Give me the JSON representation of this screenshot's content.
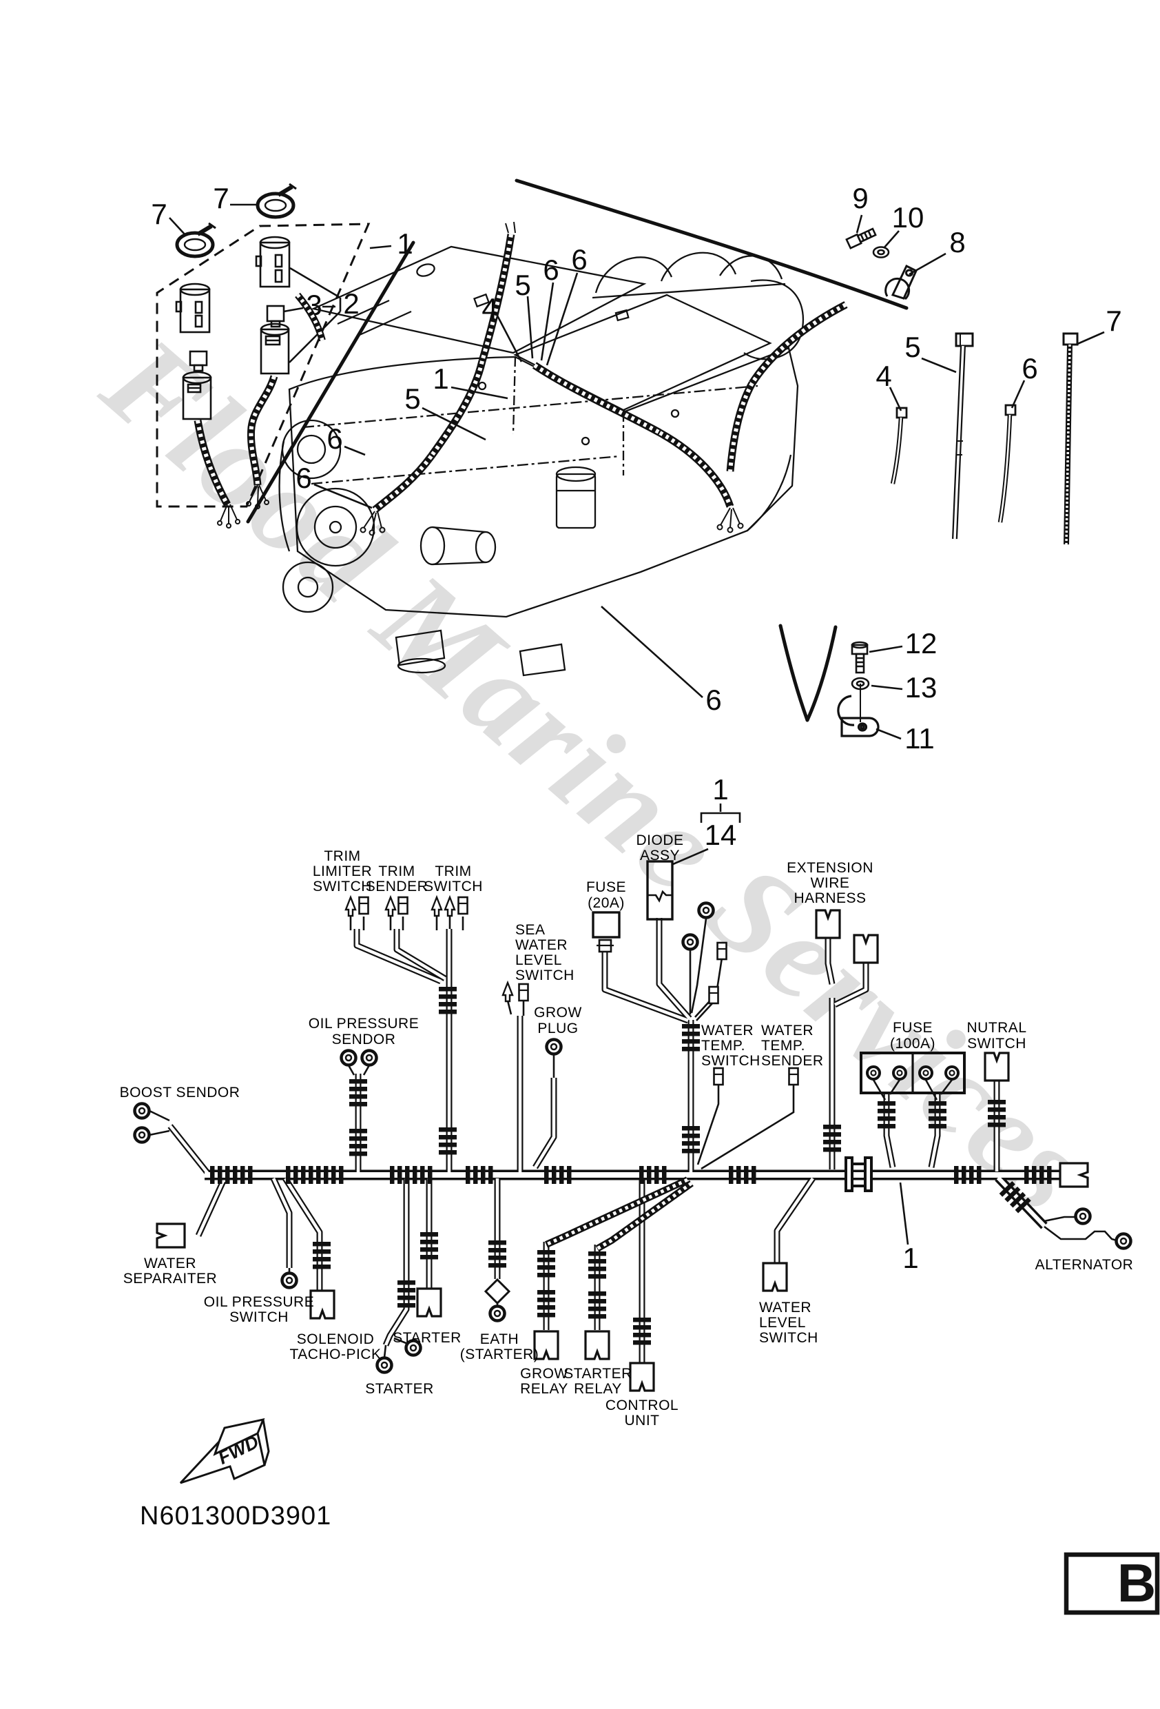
{
  "watermark": "Flood Marine Services",
  "doc": {
    "part_code": "N601300D3901",
    "page_letter": "B",
    "fwd": "FWD"
  },
  "callouts": {
    "top_clamp_a": "7",
    "top_clamp_b": "7",
    "subharness_box": "1",
    "terminal_3": "3",
    "coupler_2": "2",
    "engine_tie_4": "4",
    "engine_band_5": "5",
    "engine_clip_6a": "6",
    "engine_clip_6b": "6",
    "engine_harness_1": "1",
    "engine_band_5b": "5",
    "engine_clip_6c": "6",
    "engine_clip_6d": "6",
    "engine_clip_6e": "6",
    "bolt_9": "9",
    "washer_10": "10",
    "clamp_8": "8",
    "tie_4": "4",
    "band_5": "5",
    "tie_6": "6",
    "tie_7": "7",
    "bolt_12": "12",
    "washer_13": "13",
    "clamp_11": "11",
    "group_1": "1",
    "group_14": "14",
    "harness_1": "1"
  },
  "labels": {
    "trim_limiter_switch": [
      "TRIM",
      "LIMITER",
      "SWITCH"
    ],
    "trim_sender": [
      "TRIM",
      "SENDER"
    ],
    "trim_switch": [
      "TRIM",
      "SWITCH"
    ],
    "sea_water_level_switch": [
      "SEA",
      "WATER",
      "LEVEL",
      "SWITCH"
    ],
    "fuse_20a": [
      "FUSE",
      "(20A)"
    ],
    "diode_assy": [
      "DIODE",
      "ASSY"
    ],
    "extension_wire_harness": [
      "EXTENSION",
      "WIRE",
      "HARNESS"
    ],
    "oil_pressure_sendor": [
      "OIL PRESSURE",
      "SENDOR"
    ],
    "grow_plug": [
      "GROW",
      "PLUG"
    ],
    "water_temp_switch": [
      "WATER",
      "TEMP.",
      "SWITCH"
    ],
    "water_temp_sender": [
      "WATER",
      "TEMP.",
      "SENDER"
    ],
    "fuse_100a": [
      "FUSE",
      "(100A)"
    ],
    "nutral_switch": [
      "NUTRAL",
      "SWITCH"
    ],
    "boost_sendor": "BOOST SENDOR",
    "water_separaiter": [
      "WATER",
      "SEPARAITER"
    ],
    "oil_pressure_switch": [
      "OIL PRESSURE",
      "SWITCH"
    ],
    "solenoid_tacho_pick": [
      "SOLENOID",
      "TACHO-PICK"
    ],
    "starter_connector": "STARTER",
    "starter_rings": "STARTER",
    "eath_starter": [
      "EATH",
      "(STARTER)"
    ],
    "grow_relay": [
      "GROW",
      "RELAY"
    ],
    "starter_relay": [
      "STARTER",
      "RELAY"
    ],
    "control_unit": [
      "CONTROL",
      "UNIT"
    ],
    "water_level_switch": [
      "WATER",
      "LEVEL",
      "SWITCH"
    ],
    "alternator": "ALTERNATOR"
  }
}
